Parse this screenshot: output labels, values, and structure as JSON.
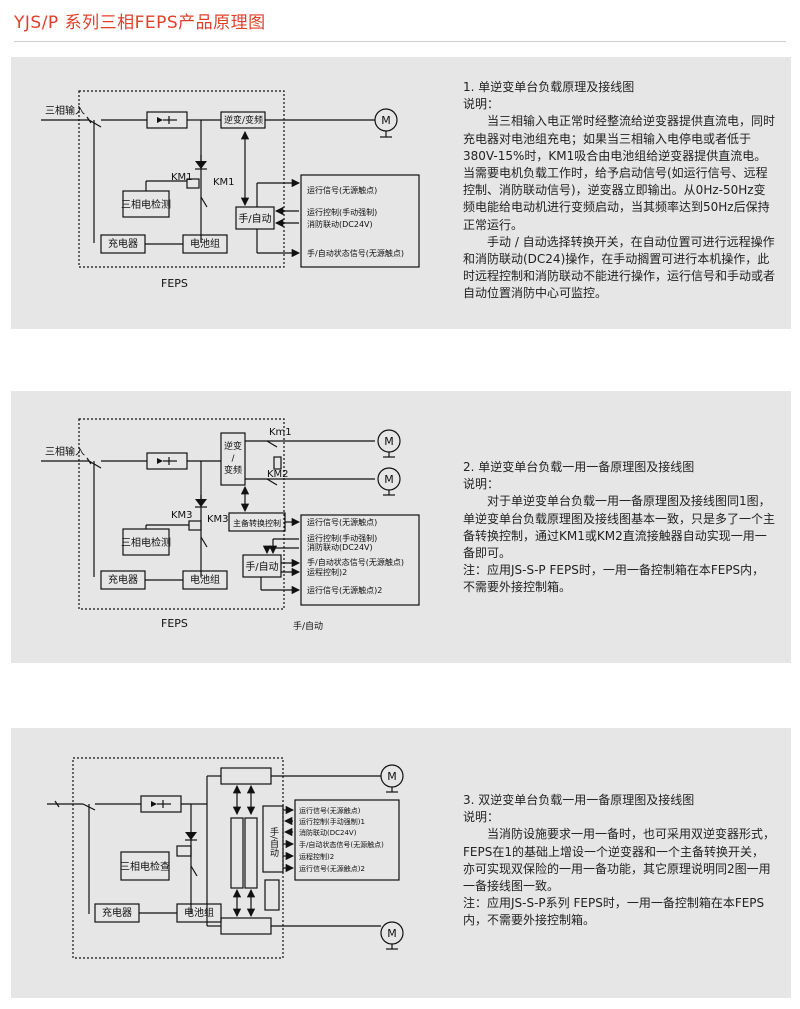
{
  "header": {
    "title": "YJS/P 系列三相FEPS产品原理图"
  },
  "colors": {
    "accent": "#e0402a",
    "panel_bg": "#e6e6e6",
    "line": "#111111"
  },
  "sections": [
    {
      "title": "1. 单逆变单台负载原理及接线图",
      "explain_label": "说明：",
      "paragraphs": [
        "当三相输入电正常时经整流给逆变器提供直流电，同时充电器对电池组充电；如果当三相输入电停电或者低于380V-15%时，KM1吸合由电池组给逆变器提供直流电。当需要电机负载工作时，给予启动信号(如运行信号、远程控制、消防联动信号)，逆变器立即输出。从0Hz-50Hz变频电能给电动机进行变频启动，当其频率达到50Hz后保持正常运行。",
        "手动 / 自动选择转换开关，在自动位置可进行远程操作和消防联动(DC24)操作，在手动搁置可进行本机操作，此时远程控制和消防联动不能进行操作，运行信号和手动或者自动位置消防中心可监控。"
      ],
      "diagram": {
        "input": "三相输入",
        "inverter": "逆变/变频",
        "km1_a": "KM1",
        "km1_b": "KM1",
        "detect": "三相电检测",
        "auto": "手/自动",
        "charger": "充电器",
        "battery": "电池组",
        "feps": "FEPS",
        "motor": "M",
        "sig1": "运行信号(无源触点)",
        "sig2": "运行控制(手动强制)",
        "sig3": "消防联动(DC24V)",
        "sig4": "手/自动状态信号(无源触点)"
      }
    },
    {
      "title": "2. 单逆变单台负载一用一备原理图及接线图",
      "explain_label": "说明：",
      "paragraphs": [
        "对于单逆变单台负载一用一备原理图及接线图同1图，单逆变单台负载原理图及接线图基本一致，只是多了一个主备转换控制，通过KM1或KM2直流接触器自动实现一用一备即可。",
        "注：应用JS-S-P FEPS时，一用一备控制箱在本FEPS内，不需要外接控制箱。"
      ],
      "diagram": {
        "input": "三相输入",
        "inverter_a": "逆变",
        "inverter_sep": "/",
        "inverter_b": "变频",
        "km1": "Km1",
        "km2": "KM2",
        "km3_a": "KM3",
        "km3_b": "KM3",
        "switch_ctrl": "主备转换控制",
        "detect": "三相电检测",
        "auto": "手/自动",
        "charger": "充电器",
        "battery": "电池组",
        "feps": "FEPS",
        "motor_a": "M",
        "motor_b": "M",
        "auto_bottom": "手/自动",
        "sig1": "运行信号(无源触点)",
        "sig2": "运行控制(手动强制)",
        "sig3": "消防联动(DC24V)",
        "sig4": "手/自动状态信号(无源触点)",
        "sig5": "运程控制)2",
        "sig6": "运行信号(无源触点)2"
      }
    },
    {
      "title": "3. 双逆变单台负载一用一备原理图及接线图",
      "explain_label": "说明：",
      "paragraphs": [
        "当消防设施要求一用一备时，也可采用双逆变器形式，FEPS在1的基础上增设一个逆变器和一个主备转换开关，亦可实现双保险的一用一备功能，其它原理说明同2图一用一备接线图一致。",
        "注：应用JS-S-P系列 FEPS时，一用一备控制箱在本FEPS内，不需要外接控制箱。"
      ],
      "diagram": {
        "detect": "三相电检查",
        "auto": "手/自动",
        "charger": "充电器",
        "battery": "电池组",
        "motor_a": "M",
        "motor_b": "M",
        "sig1": "运行信号(无源触点)",
        "sig2": "运行控制(手动强制)1",
        "sig3": "消防联动(DC24V)",
        "sig4": "手/自动状态信号(无源触点)",
        "sig5": "运程控制)2",
        "sig6": "运行信号(无源触点)2"
      }
    }
  ]
}
